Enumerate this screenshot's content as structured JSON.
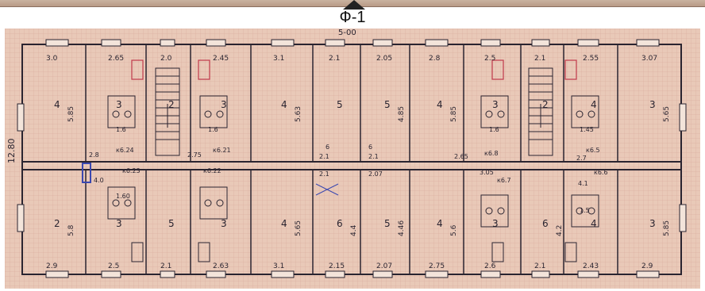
{
  "title": "Ф-1",
  "overall_dims": {
    "top": "5-00",
    "left": "12.80"
  },
  "colors": {
    "paper": "#e9c9b8",
    "ink": "#2a2430",
    "accent_red": "#c0394a",
    "accent_blue": "#3a48b0"
  },
  "rooms_top": [
    {
      "id": "t1",
      "area": "4",
      "width": "3.0",
      "depth": "5.85"
    },
    {
      "id": "t2",
      "area": "3",
      "width": "2.65"
    },
    {
      "id": "t3",
      "area": "2",
      "width": "2.0"
    },
    {
      "id": "t4",
      "area": "3",
      "width": "2.45"
    },
    {
      "id": "t5",
      "area": "4",
      "width": "3.1",
      "depth": "5.63"
    },
    {
      "id": "t6",
      "area": "5",
      "width": "2.1"
    },
    {
      "id": "t7",
      "area": "5",
      "width": "2.05",
      "depth": "4.85"
    },
    {
      "id": "t8",
      "area": "4",
      "width": "2.8",
      "depth": "5.85"
    },
    {
      "id": "t9",
      "area": "3",
      "width": "2.5"
    },
    {
      "id": "t10",
      "area": "2",
      "width": "2.1"
    },
    {
      "id": "t11",
      "area": "4",
      "width": "2.55"
    },
    {
      "id": "t12",
      "area": "3",
      "width": "3.07",
      "depth": "5.65"
    }
  ],
  "rooms_bottom": [
    {
      "id": "b1",
      "area": "2",
      "width": "2.9",
      "depth": "5.8"
    },
    {
      "id": "b2",
      "area": "3",
      "width": "2.5"
    },
    {
      "id": "b3",
      "area": "5",
      "width": "2.1"
    },
    {
      "id": "b4",
      "area": "3",
      "width": "2.63"
    },
    {
      "id": "b5",
      "area": "4",
      "width": "3.1",
      "depth": "5.65"
    },
    {
      "id": "b6",
      "area": "6",
      "width": "2.15",
      "depth": "4.4"
    },
    {
      "id": "b7",
      "area": "5",
      "width": "2.07",
      "depth": "4.46"
    },
    {
      "id": "b8",
      "area": "4",
      "width": "2.75",
      "depth": "5.6"
    },
    {
      "id": "b9",
      "area": "3",
      "width": "2.6"
    },
    {
      "id": "b10",
      "area": "6",
      "width": "2.1",
      "depth": "4.2"
    },
    {
      "id": "b11",
      "area": "4",
      "width": "2.43"
    },
    {
      "id": "b12",
      "area": "3",
      "width": "2.9",
      "depth": "5.85"
    }
  ],
  "corridor_labels": [
    "к6.24",
    "к6.23",
    "к6.22",
    "к6.21",
    "к6.5",
    "к6.6",
    "к6.7",
    "к6.8",
    "2.8",
    "2.75",
    "2.65",
    "2.7",
    "4.0",
    "3.05",
    "4.1"
  ],
  "small_labels": [
    "6",
    "6",
    "2.1",
    "2.1",
    "2.07",
    "2.1",
    "1.6",
    "1.6",
    "1.60",
    "1.45",
    "1.6",
    "1.5"
  ]
}
